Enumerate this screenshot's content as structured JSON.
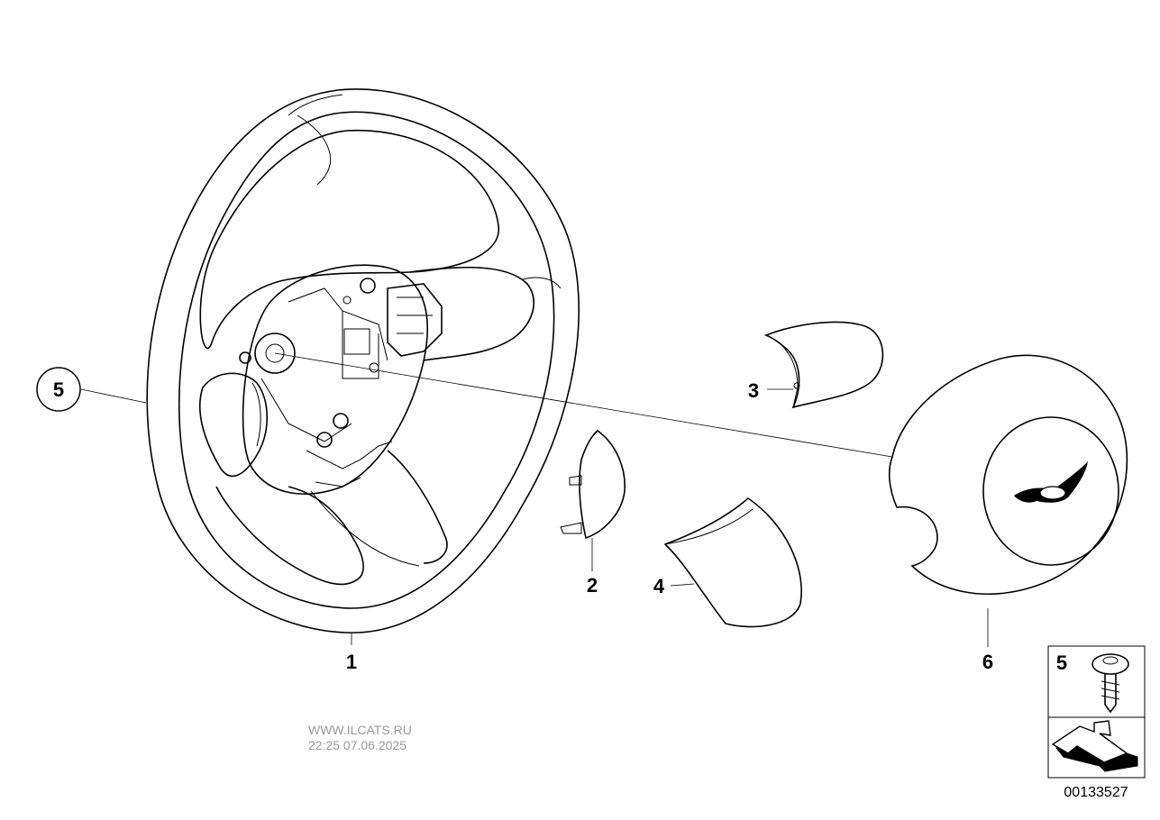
{
  "diagram": {
    "labels": {
      "steering_wheel": "1",
      "cover_small": "2",
      "cover_upper": "3",
      "cover_lower": "4",
      "screw_callout": "5",
      "airbag": "6",
      "legend_screw": "5"
    },
    "watermark": {
      "site": "WWW.ILCATS.RU",
      "timestamp": "22:25 07.06.2025"
    },
    "doc_number": "00133527",
    "logo": "MINI wings emblem"
  }
}
